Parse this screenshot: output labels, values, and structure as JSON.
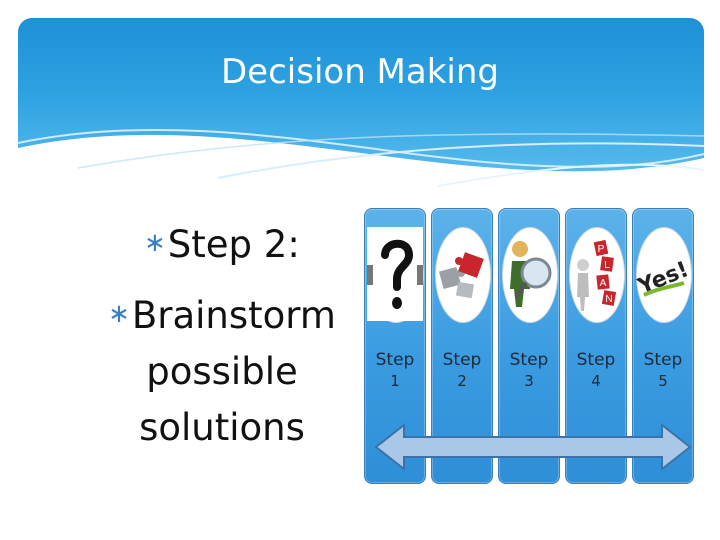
{
  "header": {
    "title": "Decision Making"
  },
  "bullets": [
    {
      "marker": "∗",
      "text": "Step 2:"
    },
    {
      "marker": "∗",
      "text": "Brainstorm possible solutions"
    }
  ],
  "steps": [
    {
      "word": "Step",
      "num": "1",
      "icon": "question-mark-icon"
    },
    {
      "word": "Step",
      "num": "2",
      "icon": "puzzle-pieces-icon"
    },
    {
      "word": "Step",
      "num": "3",
      "icon": "magnifying-glass-person-icon"
    },
    {
      "word": "Step",
      "num": "4",
      "icon": "plan-person-icon"
    },
    {
      "word": "Step",
      "num": "5",
      "icon": "yes-icon"
    }
  ],
  "icons": {
    "plan_letters": [
      "P",
      "L",
      "A",
      "N"
    ],
    "yes_text": "Yes!"
  },
  "colors": {
    "header_blue": "#1e90d6",
    "step_blue": "#3a9be0",
    "arrow_fill": "#a9c8e8"
  }
}
